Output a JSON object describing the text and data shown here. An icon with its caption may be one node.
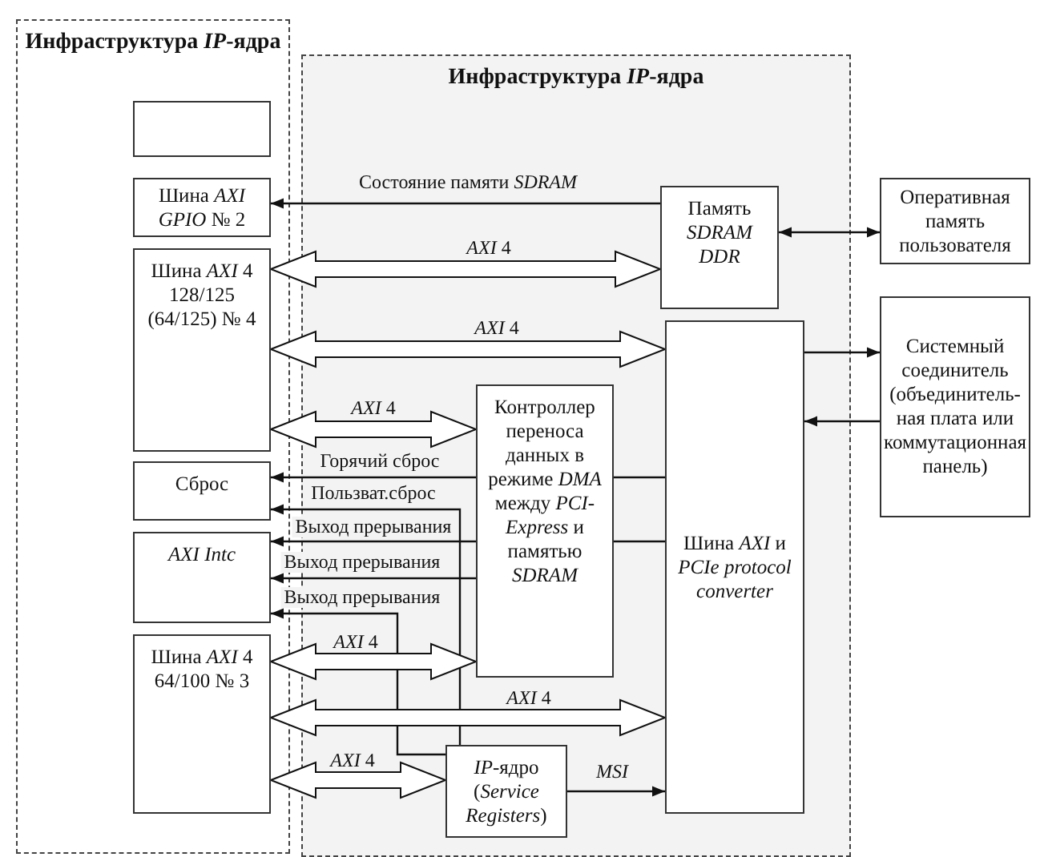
{
  "diagram": {
    "nodes": [
      {
        "text": [
          "Инфраструктура *IP*-ядра"
        ]
      },
      {
        "text": [],
        "shape": "box",
        "in": 0
      },
      {
        "text": [
          "Шина *AXI* *GPIO* № 2"
        ],
        "in": 0
      },
      {
        "text": [
          "Шина *AXI* 4 128/125 (64/125) № 4"
        ],
        "in": 0
      },
      {
        "text": [
          "Сброс"
        ],
        "in": 0
      },
      {
        "text": [
          "*AXI* *Intc*"
        ],
        "in": 0
      },
      {
        "text": [
          "Шина *AXI* 4 64/100 № 3"
        ],
        "in": 0
      },
      {
        "text": [
          "Инфраструктура *IP*-ядра"
        ]
      },
      {
        "text": [
          "Память *SDRAM* *DDR*"
        ],
        "in": 7
      },
      {
        "text": [
          "Контроллер переноса данных в режиме *DMA* между *PCI-Express* и памятью *SDRAM*"
        ],
        "in": 7
      },
      {
        "text": [
          "Шина *AXI* и *PCIe protocol converter*"
        ],
        "in": 7
      },
      {
        "text": [
          "*IP*-ядро (*Service Registers*)"
        ],
        "in": 7
      },
      {
        "text": [
          "Оперативная память пользователя"
        ]
      },
      {
        "text": [
          "Системный соединитель (объединитель-ная плата или коммутационная панель)"
        ]
      }
    ],
    "edges": [
      {
        "from": 8,
        "to": 2,
        "arrow": "to",
        "label": "Состояние памяти *SDRAM*"
      },
      {
        "from": 3,
        "to": 8,
        "arrow": "both",
        "style": "thick",
        "label": "*AXI* 4"
      },
      {
        "from": 3,
        "to": 10,
        "arrow": "both",
        "style": "thick",
        "label": "*AXI* 4"
      },
      {
        "from": 3,
        "to": 9,
        "arrow": "both",
        "style": "thick",
        "label": "*AXI* 4"
      },
      {
        "from": 8,
        "to": 12,
        "arrow": "both"
      },
      {
        "from": 10,
        "to": 13,
        "arrow": "to"
      },
      {
        "from": 13,
        "to": 10,
        "arrow": "to"
      },
      {
        "from": 9,
        "to": 4,
        "arrow": "to",
        "label": "Горячий сброс"
      },
      {
        "from": 10,
        "to": 9,
        "arrow": "none"
      },
      {
        "from": 11,
        "to": 4,
        "arrow": "to",
        "label": "Пользват.сброс"
      },
      {
        "from": 9,
        "to": 5,
        "arrow": "to",
        "label": "Выход прерывания"
      },
      {
        "from": 10,
        "to": 9,
        "arrow": "none"
      },
      {
        "from": 9,
        "to": 5,
        "arrow": "to",
        "label": "Выход прерывания"
      },
      {
        "from": 11,
        "to": 5,
        "arrow": "to",
        "label": "Выход прерывания"
      },
      {
        "from": 6,
        "to": 9,
        "arrow": "both",
        "style": "thick",
        "label": "*AXI* 4"
      },
      {
        "from": 6,
        "to": 10,
        "arrow": "both",
        "style": "thick",
        "label": "*AXI* 4"
      },
      {
        "from": 6,
        "to": 11,
        "arrow": "both",
        "style": "thick",
        "label": "*AXI* 4"
      },
      {
        "from": 11,
        "to": 10,
        "arrow": "to",
        "label": "*MSI*"
      }
    ]
  }
}
